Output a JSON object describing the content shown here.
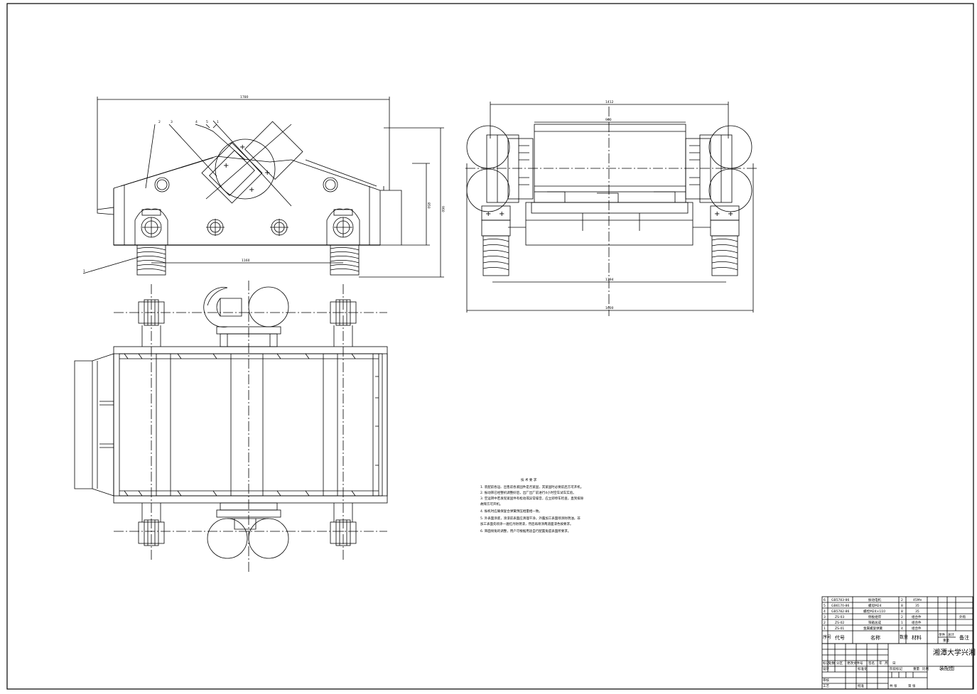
{
  "side_view": {
    "callouts": [
      "1",
      "2",
      "3",
      "4",
      "5",
      "1"
    ],
    "dim_overall": "1780",
    "dim_span": "1160",
    "dim_height": "960",
    "dim_right": "850"
  },
  "end_view": {
    "dim_top": "1412",
    "dim_inner": "960",
    "dim_base": "1394",
    "dim_bottom": "1600"
  },
  "tech_notes": {
    "title": "技 术 要 求",
    "items": [
      "1.   装配前各运、出售前各紧固件是否紧固，其紧固时必要前后方可开机。",
      "2.   振动筛已经整机调整好后，出厂出厂前进行4小时空车试车实验。",
      "3.   空运转中若发现紧固件有松动或异常噪音，应立即停车检查，直到排除",
      "      故障方可开机。",
      "4.   振机时应确保复合弹簧预压相量相一致。",
      "5.   外表面涂底，涂漆前表面应清理干净，外露加工表面喷涂防锈油，非",
      "      加工表面先喷涂一遍红丹防锈漆，然后再喷涂两道面漆色按要求。",
      "6.   筛面倾角的调整，用户可根据用途自行配置角度表面所要求。"
    ]
  },
  "bom": {
    "rows": [
      [
        "6",
        "GB5783-86",
        "振动电机",
        "2",
        "45Mn",
        "",
        ""
      ],
      [
        "5",
        "GB6170-86",
        "螺母M24",
        "8",
        "35",
        "",
        ""
      ],
      [
        "4",
        "GB5782-86",
        "螺栓M24×110",
        "8",
        "35",
        "",
        ""
      ],
      [
        "3",
        "ZS-03",
        "侧板组焊",
        "2",
        "组合件",
        "",
        "外购"
      ],
      [
        "2",
        "ZS-02",
        "筛箱总成",
        "1",
        "组合件",
        "",
        ""
      ],
      [
        "1",
        "ZS-01",
        "金属螺旋弹簧",
        "4",
        "组合件",
        "",
        ""
      ]
    ],
    "header": [
      "序号",
      "代号",
      "名称",
      "数量",
      "材料",
      "单件",
      "总计",
      "重量",
      "备注"
    ]
  },
  "title_block": {
    "school": "湘潭大学兴湘",
    "drawing_type": "装配图",
    "rows": {
      "mark": "标记",
      "count": "处数",
      "zone": "分区",
      "change_doc": "更改文件号",
      "sign": "签名",
      "year": "年",
      "month": "月",
      "day": "日",
      "design": "设计",
      "standard": "标准化",
      "stage": "阶段标记",
      "weight": "重量",
      "scale": "比例",
      "review": "审核",
      "process": "工艺",
      "approve": "批准",
      "sheets": "共    张",
      "sheet_no": "第    张"
    }
  }
}
